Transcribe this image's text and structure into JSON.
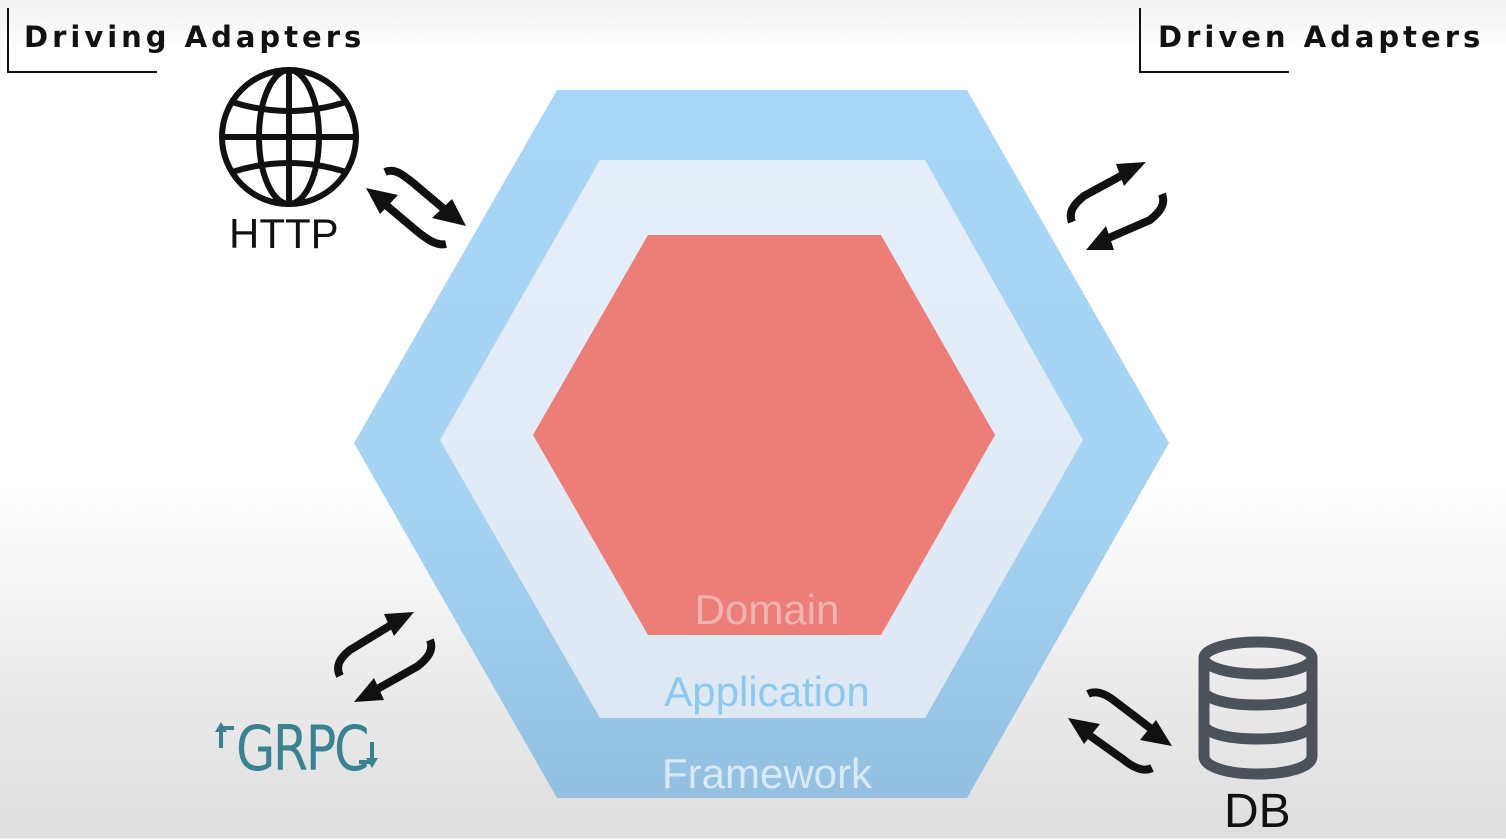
{
  "labels": {
    "driving": "Driving Adapters",
    "driven": "Driven Adapters"
  },
  "layers": {
    "domain": "Domain",
    "application": "Application",
    "framework": "Framework"
  },
  "nodes": {
    "http": "HTTP",
    "grpc": "GRPC",
    "db": "DB"
  },
  "icons": {
    "http": "globe-icon",
    "grpc": "grpc-logo",
    "db": "database-icon",
    "arrows": "bidirectional-arrows-icon"
  },
  "colors": {
    "framework": "#a9d6f5",
    "application": "#e4eef9",
    "domain": "#ec7e7a",
    "domain_text": "#f1b3b0",
    "application_text": "#8dc8ee",
    "framework_text": "#d9e9f6",
    "grpc": "#3b8291",
    "db_icon": "#4c5259"
  }
}
